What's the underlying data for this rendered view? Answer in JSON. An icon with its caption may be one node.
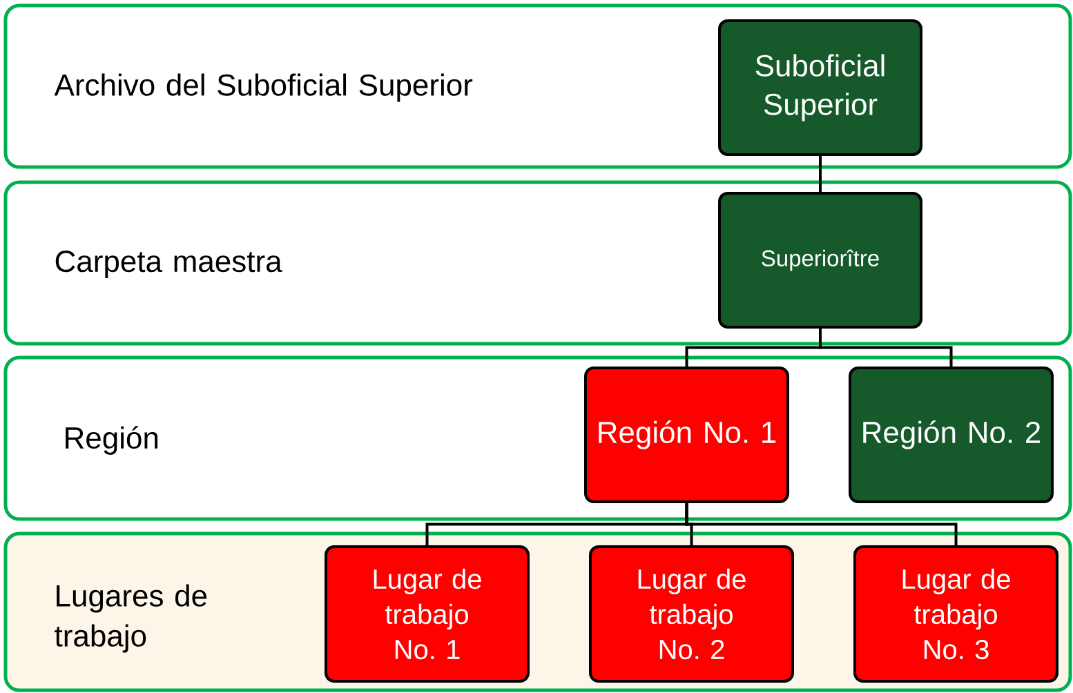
{
  "diagram": {
    "nodes": [
      {
        "text": [
          "Archivo del Suboficial Superior"
        ]
      },
      {
        "text": [
          "Suboficial Superior"
        ],
        "in": 0
      },
      {
        "text": [
          "Carpeta maestra"
        ]
      },
      {
        "text": [
          "Superiorître"
        ],
        "in": 2
      },
      {
        "text": [
          "Región"
        ]
      },
      {
        "text": [
          "Región No. 1"
        ],
        "in": 4
      },
      {
        "text": [
          "Región No. 2"
        ],
        "in": 4
      },
      {
        "text": [
          "Lugares de trabajo"
        ]
      },
      {
        "text": [
          "Lugar de trabajo No. 1"
        ],
        "in": 7
      },
      {
        "text": [
          "Lugar de trabajo No. 2"
        ],
        "in": 7
      },
      {
        "text": [
          "Lugar de trabajo No. 3"
        ],
        "in": 7
      }
    ],
    "edges": [
      {
        "from": 1,
        "to": 3,
        "arrow": "none"
      },
      {
        "from": 3,
        "to": 5,
        "arrow": "none"
      },
      {
        "from": 3,
        "to": 6,
        "arrow": "none"
      },
      {
        "from": 5,
        "to": 8,
        "arrow": "none"
      },
      {
        "from": 5,
        "to": 9,
        "arrow": "none"
      },
      {
        "from": 5,
        "to": 10,
        "arrow": "none"
      }
    ]
  }
}
